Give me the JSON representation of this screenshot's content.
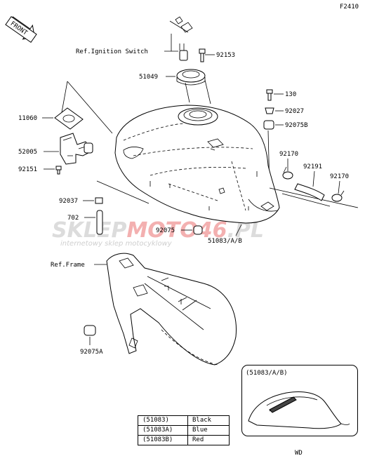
{
  "diagram_id": "F2410",
  "front_label": "FRONT",
  "labels": {
    "ref_ignition_switch": "Ref.Ignition Switch",
    "ref_frame": "Ref.Frame",
    "p92153": "92153",
    "p51049": "51049",
    "p130": "130",
    "p92027": "92027",
    "p92075B": "92075B",
    "p11060": "11060",
    "p52005": "52005",
    "p92151": "92151",
    "p92170a": "92170",
    "p92191": "92191",
    "p92170b": "92170",
    "p92037": "92037",
    "p702": "702",
    "p92075": "92075",
    "p51083": "51083/A/B",
    "p92075A": "92075A"
  },
  "watermark": {
    "main_a": "SKLEP",
    "main_b": "MOTO",
    "main_c": "46",
    "main_d": ".PL",
    "sub": "internetowy sklep motocyklowy"
  },
  "inset": {
    "title": "(51083/A/B)",
    "caption": "WD"
  },
  "colors_table": [
    {
      "code": "(51083)",
      "color": "Black"
    },
    {
      "code": "(51083A)",
      "color": "Blue"
    },
    {
      "code": "(51083B)",
      "color": "Red"
    }
  ]
}
